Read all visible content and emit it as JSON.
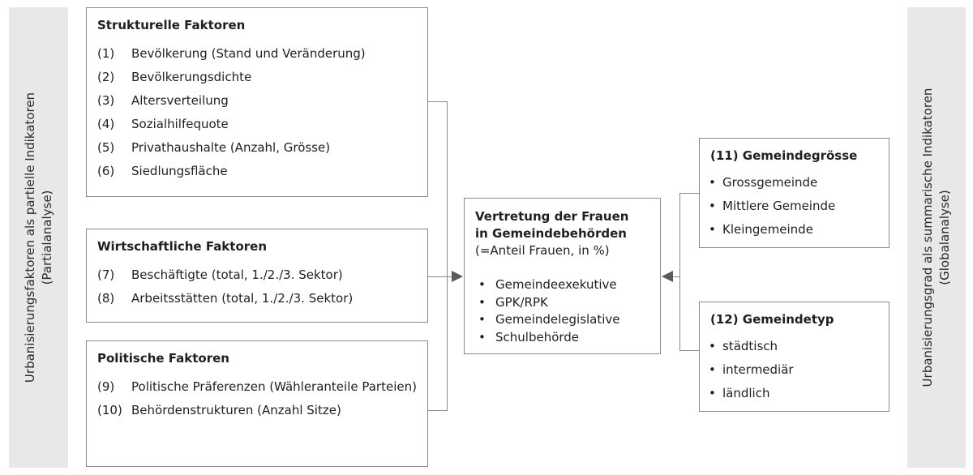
{
  "banners": {
    "left": {
      "title": "Urbanisierungsfaktoren als partielle Indikatoren",
      "subtitle": "(Partialanalyse)"
    },
    "right": {
      "title": "Urbanisierungsgrad als summarische Indikatoren",
      "subtitle": "(Globalanalyse)"
    }
  },
  "boxes": {
    "structural": {
      "title": "Strukturelle Faktoren",
      "items": [
        {
          "num": "(1)",
          "text": "Bevölkerung (Stand und Veränderung)"
        },
        {
          "num": "(2)",
          "text": "Bevölkerungsdichte"
        },
        {
          "num": "(3)",
          "text": "Altersverteilung"
        },
        {
          "num": "(4)",
          "text": "Sozialhilfequote"
        },
        {
          "num": "(5)",
          "text": "Privathaushalte (Anzahl, Grösse)"
        },
        {
          "num": "(6)",
          "text": "Siedlungsfläche"
        }
      ]
    },
    "economic": {
      "title": "Wirtschaftliche Faktoren",
      "items": [
        {
          "num": "(7)",
          "text": "Beschäftigte (total, 1./2./3. Sektor)"
        },
        {
          "num": "(8)",
          "text": "Arbeitsstätten (total, 1./2./3. Sektor)"
        }
      ]
    },
    "political": {
      "title": "Politische Faktoren",
      "items": [
        {
          "num": "(9)",
          "text": "Politische Präferenzen (Wähleranteile Parteien)"
        },
        {
          "num": "(10)",
          "text": "Behördenstrukturen (Anzahl Sitze)"
        }
      ]
    },
    "center": {
      "title_line1": "Vertretung der Frauen",
      "title_line2": "in Gemeindebehörden",
      "subtitle": "(=Anteil Frauen, in %)",
      "bullet_glyph": "•",
      "bullets": [
        "Gemeindeexekutive",
        "GPK/RPK",
        "Gemeindelegislative",
        "Schulbehörde"
      ]
    },
    "size": {
      "title": "(11) Gemeindegrösse",
      "bullet_glyph": "•",
      "bullets": [
        "Grossgemeinde",
        "Mittlere Gemeinde",
        "Kleingemeinde"
      ]
    },
    "type": {
      "title": "(12) Gemeindetyp",
      "bullet_glyph": "•",
      "bullets": [
        "städtisch",
        "intermediär",
        "ländlich"
      ]
    }
  },
  "colors": {
    "banner_bg": "#e8e8e8",
    "box_border": "#8a8a8a",
    "connector": "#8a8a8a",
    "arrowhead": "#5a5a5a",
    "text": "#1f1f1f"
  }
}
